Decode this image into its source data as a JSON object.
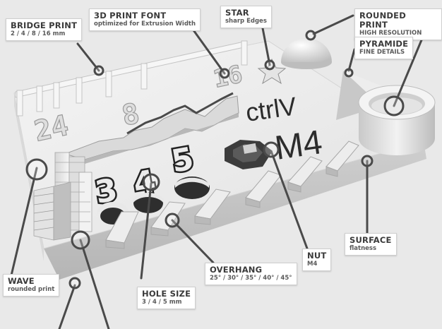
{
  "labels": {
    "bridge": {
      "title": "BRIDGE PRINT",
      "sub": "2 / 4 / 8 / 16 mm"
    },
    "font": {
      "title": "3D PRINT FONT",
      "sub": "optimized for Extrusion Width"
    },
    "star": {
      "title": "STAR",
      "sub": "sharp Edges"
    },
    "rounded": {
      "title": "ROUNDED PRINT",
      "sub": "HIGH RESOLUTION"
    },
    "pyramide": {
      "title": "PYRAMIDE",
      "sub": "FINE DETAILS"
    },
    "surface": {
      "title": "SURFACE",
      "sub": "flatness"
    },
    "nut": {
      "title": "NUT",
      "sub": "M4"
    },
    "overhang": {
      "title": "OVERHANG",
      "sub": "25° / 30° / 35° / 40° / 45°"
    },
    "hole": {
      "title": "HOLE SIZE",
      "sub": "3 / 4 / 5 mm"
    },
    "wave": {
      "title": "WAVE",
      "sub": "rounded print"
    }
  },
  "model_text": {
    "bridge_numbers": [
      "24",
      "8",
      "16"
    ],
    "font_sample": "ctrlV",
    "nut_text": "M4",
    "overhang_digits": [
      "3",
      "4",
      "5"
    ]
  },
  "colors": {
    "background": "#e9e9e9",
    "plate_top": "#efefef",
    "plate_side": "#c8c8c8",
    "leader": "#4a4a4a",
    "marker_ring": "#4a4a4a"
  }
}
